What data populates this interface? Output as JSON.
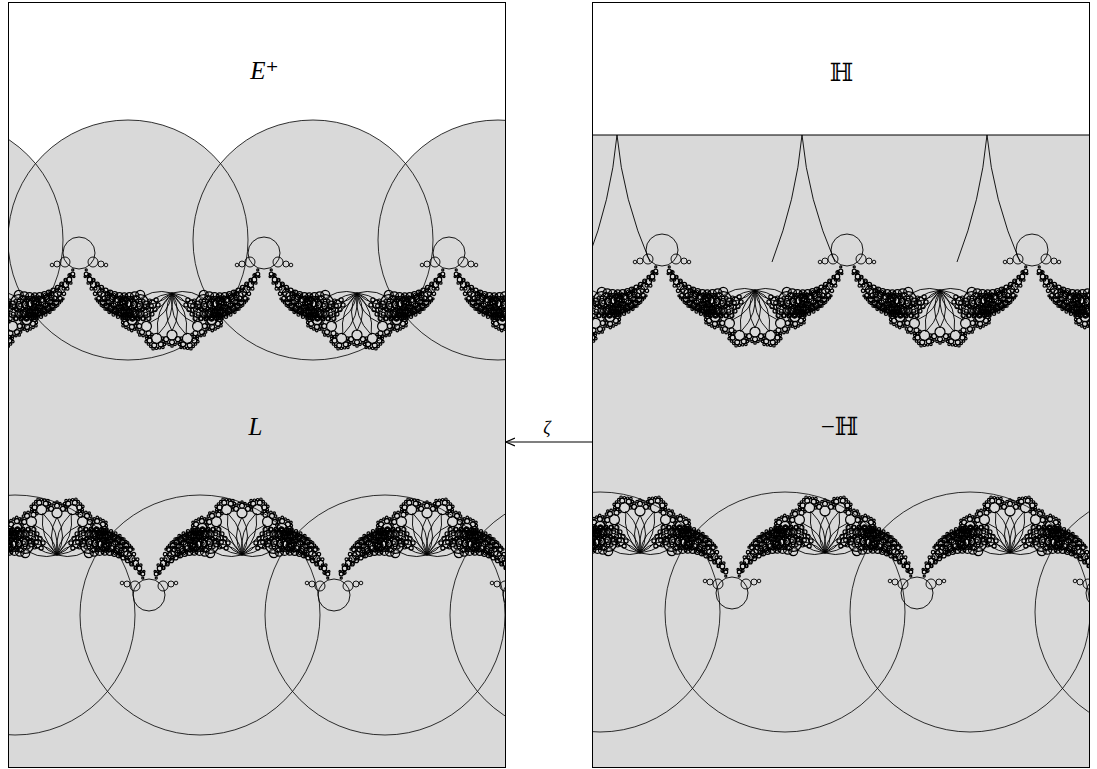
{
  "diagram": {
    "nodes": [
      {
        "text": [
          "E⁺",
          "L"
        ]
      },
      {
        "text": [
          "ℍ",
          "−ℍ"
        ]
      }
    ],
    "edges": [
      {
        "from": 1,
        "to": 0,
        "arrow": "to",
        "label": "ζ"
      }
    ]
  }
}
